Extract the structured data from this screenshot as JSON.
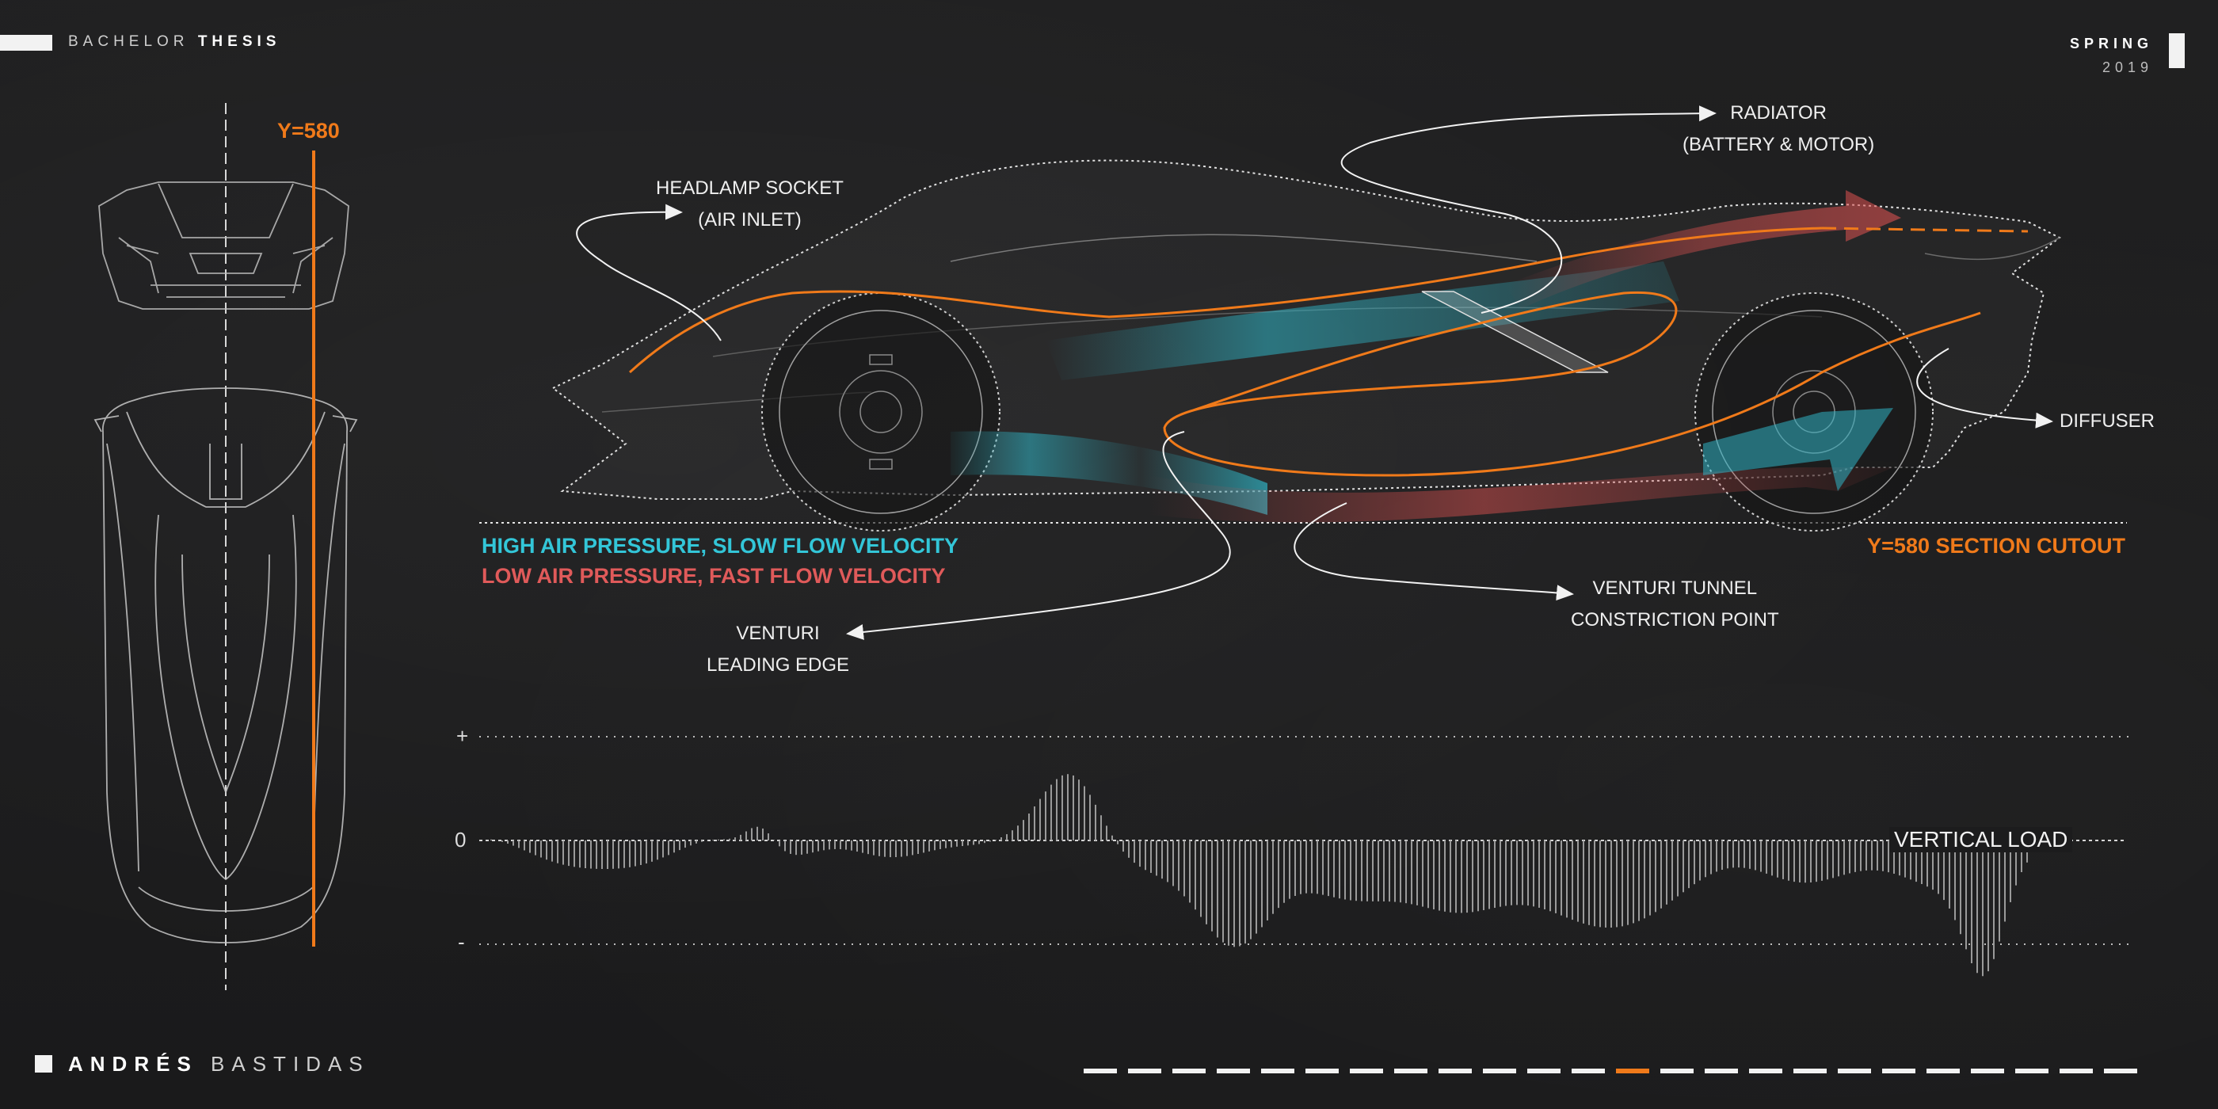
{
  "header": {
    "title_light": "BACHELOR",
    "title_bold": "THESIS",
    "season": "SPRING",
    "year": "2019"
  },
  "footer": {
    "first_name": "ANDRÉS",
    "last_name": "BASTIDAS",
    "page_indicator": {
      "total": 24,
      "active": 13
    }
  },
  "plan_view": {
    "section_label": "Y=580"
  },
  "callouts": {
    "headlamp": [
      "HEADLAMP SOCKET",
      "(AIR INLET)"
    ],
    "radiator": [
      "RADIATOR",
      "(BATTERY & MOTOR)"
    ],
    "diffuser": "DIFFUSER",
    "venturi_leading": [
      "VENTURI",
      "LEADING EDGE"
    ],
    "venturi_tunnel": [
      "VENTURI TUNNEL",
      "CONSTRICTION POINT"
    ]
  },
  "legend": {
    "high_pressure": "HIGH AIR PRESSURE, SLOW FLOW VELOCITY",
    "low_pressure": "LOW AIR PRESSURE, FAST FLOW VELOCITY",
    "high_color": "#33c6d8",
    "low_color": "#e05a5a"
  },
  "section_cutout": "Y=580 SECTION CUTOUT",
  "accent_color": "#f07a1a",
  "load_chart": {
    "plus_label": "+",
    "zero_label": "0",
    "minus_label": "-",
    "title": "VERTICAL LOAD"
  }
}
